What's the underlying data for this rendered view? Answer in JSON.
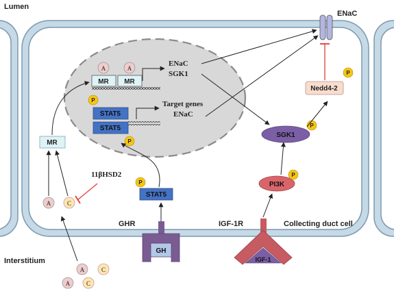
{
  "regions": {
    "lumen": "Lumen",
    "interstitium": "Interstitium",
    "cell": "Collecting duct cell"
  },
  "channel": {
    "label": "ENaC"
  },
  "nucleus": {
    "mr_receptor": "MR",
    "aldosterone": "A",
    "mr_targets": [
      "ENaC",
      "SGK1"
    ],
    "stat5": "STAT5",
    "phospho": "P",
    "stat5_targets": [
      "Target genes",
      "ENaC"
    ]
  },
  "cytoplasm": {
    "mr": "MR",
    "aldosterone": "A",
    "cortisol": "C",
    "enzyme": "11βHSD2",
    "stat5": "STAT5",
    "sgk1": "SGK1",
    "pi3k": "PI3K",
    "nedd4": "Nedd4-2",
    "phospho": "P"
  },
  "receptors": {
    "ghr": "GHR",
    "gh": "GH",
    "igf1r": "IGF-1R",
    "igf1": "IGF-1"
  },
  "interstitium_molecules": [
    "A",
    "C",
    "A",
    "C"
  ],
  "colors": {
    "membrane": "#c5d9e6",
    "membrane_edge": "#7c98ae",
    "nucleus_fill": "#d8d8d8",
    "mr_fill": "#dff2f5",
    "stat5_fill": "#4472c4",
    "sgk1_fill": "#7b5fa6",
    "pi3k_fill": "#d9656a",
    "nedd4_fill": "#f8dccd",
    "ghr_fill": "#7a5c93",
    "igf_fill": "#c65b62",
    "aldo_fill": "#f0cccc",
    "cort_fill": "#fde7b0",
    "phospho_fill": "#f5c518",
    "inhibit": "#e53935"
  }
}
